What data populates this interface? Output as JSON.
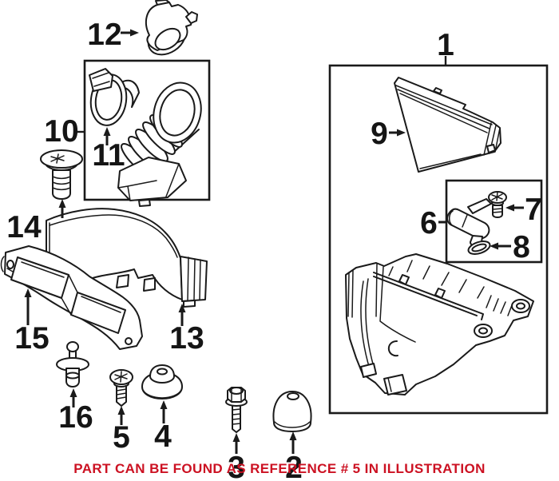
{
  "colors": {
    "line": "#1a1a1a",
    "label": "#151515",
    "background": "#ffffff",
    "note_red": "#cc1122"
  },
  "labels": {
    "n1": "1",
    "n2": "2",
    "n3": "3",
    "n4": "4",
    "n5": "5",
    "n6": "6",
    "n7": "7",
    "n8": "8",
    "n9": "9",
    "n10": "10",
    "n11": "11",
    "n12": "12",
    "n13": "13",
    "n14": "14",
    "n15": "15",
    "n16": "16"
  },
  "note": {
    "text": "PART CAN BE FOUND AS REFERENCE # 5 IN ILLUSTRATION",
    "color": "#cc1122"
  }
}
